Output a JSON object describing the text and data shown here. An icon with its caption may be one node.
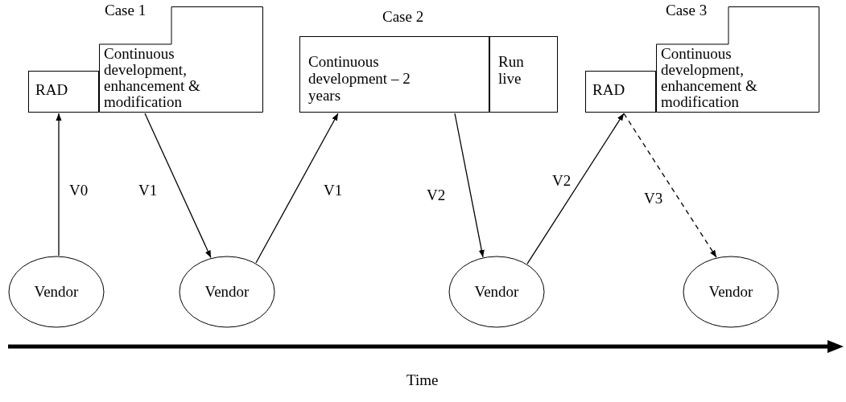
{
  "diagram": {
    "nodes": [
      {
        "text": [
          "RAD"
        ]
      },
      {
        "text": [
          "Continuous development, enhancement & modification"
        ]
      },
      {
        "text": [
          "Continuous development – 2 years"
        ]
      },
      {
        "text": [
          "Run live"
        ]
      },
      {
        "text": [
          "RAD"
        ]
      },
      {
        "text": [
          "Continuous development, enhancement & modification"
        ]
      },
      {
        "text": [
          "Vendor"
        ]
      },
      {
        "text": [
          "Vendor"
        ]
      },
      {
        "text": [
          "Vendor"
        ]
      },
      {
        "text": [
          "Vendor"
        ]
      }
    ],
    "edges": [
      {
        "from": 6,
        "to": 0,
        "arrow": "to",
        "label": "V0"
      },
      {
        "from": 1,
        "to": 7,
        "arrow": "to",
        "label": "V1"
      },
      {
        "from": 7,
        "to": 2,
        "arrow": "to",
        "label": "V1"
      },
      {
        "from": 2,
        "to": 8,
        "arrow": "to",
        "label": "V2"
      },
      {
        "from": 8,
        "to": 4,
        "arrow": "to",
        "label": "V2"
      },
      {
        "from": 4,
        "to": 9,
        "arrow": "to",
        "label": "V3",
        "style": "dashed"
      }
    ],
    "labels": [
      "Case 1",
      "Case 2",
      "Case 3",
      "Time"
    ]
  }
}
